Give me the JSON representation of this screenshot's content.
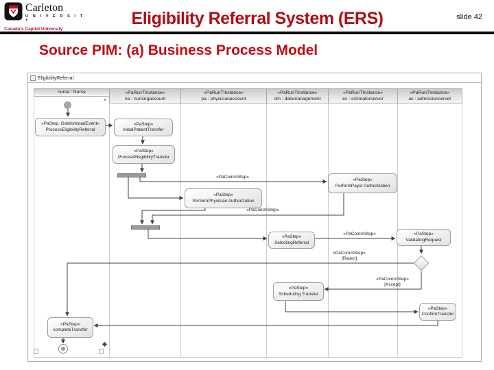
{
  "header": {
    "logo": {
      "name": "Carleton",
      "university": "U N I V E R S I T Y",
      "tagline": "Canada's Capital University"
    },
    "title": "Eligibility Referral System (ERS)",
    "slide_number": "slide 42"
  },
  "subtitle": "Source PIM: (a) Business Process Model",
  "colors": {
    "title_red": "#ae0e14",
    "subtitle_red": "#c00d12",
    "logo_red": "#c8102e",
    "diagram_line_gray": "#3f3f3f"
  },
  "diagram": {
    "tab_label": "EligibilityReferral",
    "lanes": [
      {
        "stereotype": "",
        "name": "nurse : Nurse"
      },
      {
        "stereotype": "«PaRunTInstance»",
        "name": "na : nursingaccount"
      },
      {
        "stereotype": "«PaRunTInstance»",
        "name": "pa : physicianaccount"
      },
      {
        "stereotype": "«PaRunTInstance»",
        "name": "dm : datamanagement"
      },
      {
        "stereotype": "«PaRunTInstance»",
        "name": "es : estimatorserver"
      },
      {
        "stereotype": "«PaRunTInstance»",
        "name": "as : admissionserver"
      }
    ],
    "nodes": [
      {
        "stereotype": "«PaStep, GaWorkloadEvent»",
        "name": "ProcessEligibilityReferral"
      },
      {
        "stereotype": "«PaStep»",
        "name": "InitialPatientTransfer"
      },
      {
        "stereotype": "«PaStep»",
        "name": "ProcessElegibilityTransfer"
      },
      {
        "stereotype": "«PaStep»",
        "name": "PerformPhysician Authorization"
      },
      {
        "stereotype": "«PaStep»",
        "name": "PerformPayor Authorization"
      },
      {
        "stereotype": "«PaStep»",
        "name": "SelectingReferral"
      },
      {
        "stereotype": "«PaStep»",
        "name": "ValidatingRequest"
      },
      {
        "stereotype": "«PaStep»",
        "name": "Scheduling Transfer"
      },
      {
        "stereotype": "«PaStep»",
        "name": "ConfirmTransfer"
      },
      {
        "stereotype": "«PaStep»",
        "name": "completeTransfer"
      }
    ],
    "edge_labels": {
      "fork_to_payor": "«PaCommStep»",
      "physician_to_join": "«PaCommStep»",
      "selecting_to_validating": "«PaCommStep»",
      "reject_stereotype": "«PaCommStep»",
      "reject_guard": "[Reject]",
      "accept_stereotype": "«PaCommStep»",
      "accept_guard": "[Accept]"
    }
  }
}
